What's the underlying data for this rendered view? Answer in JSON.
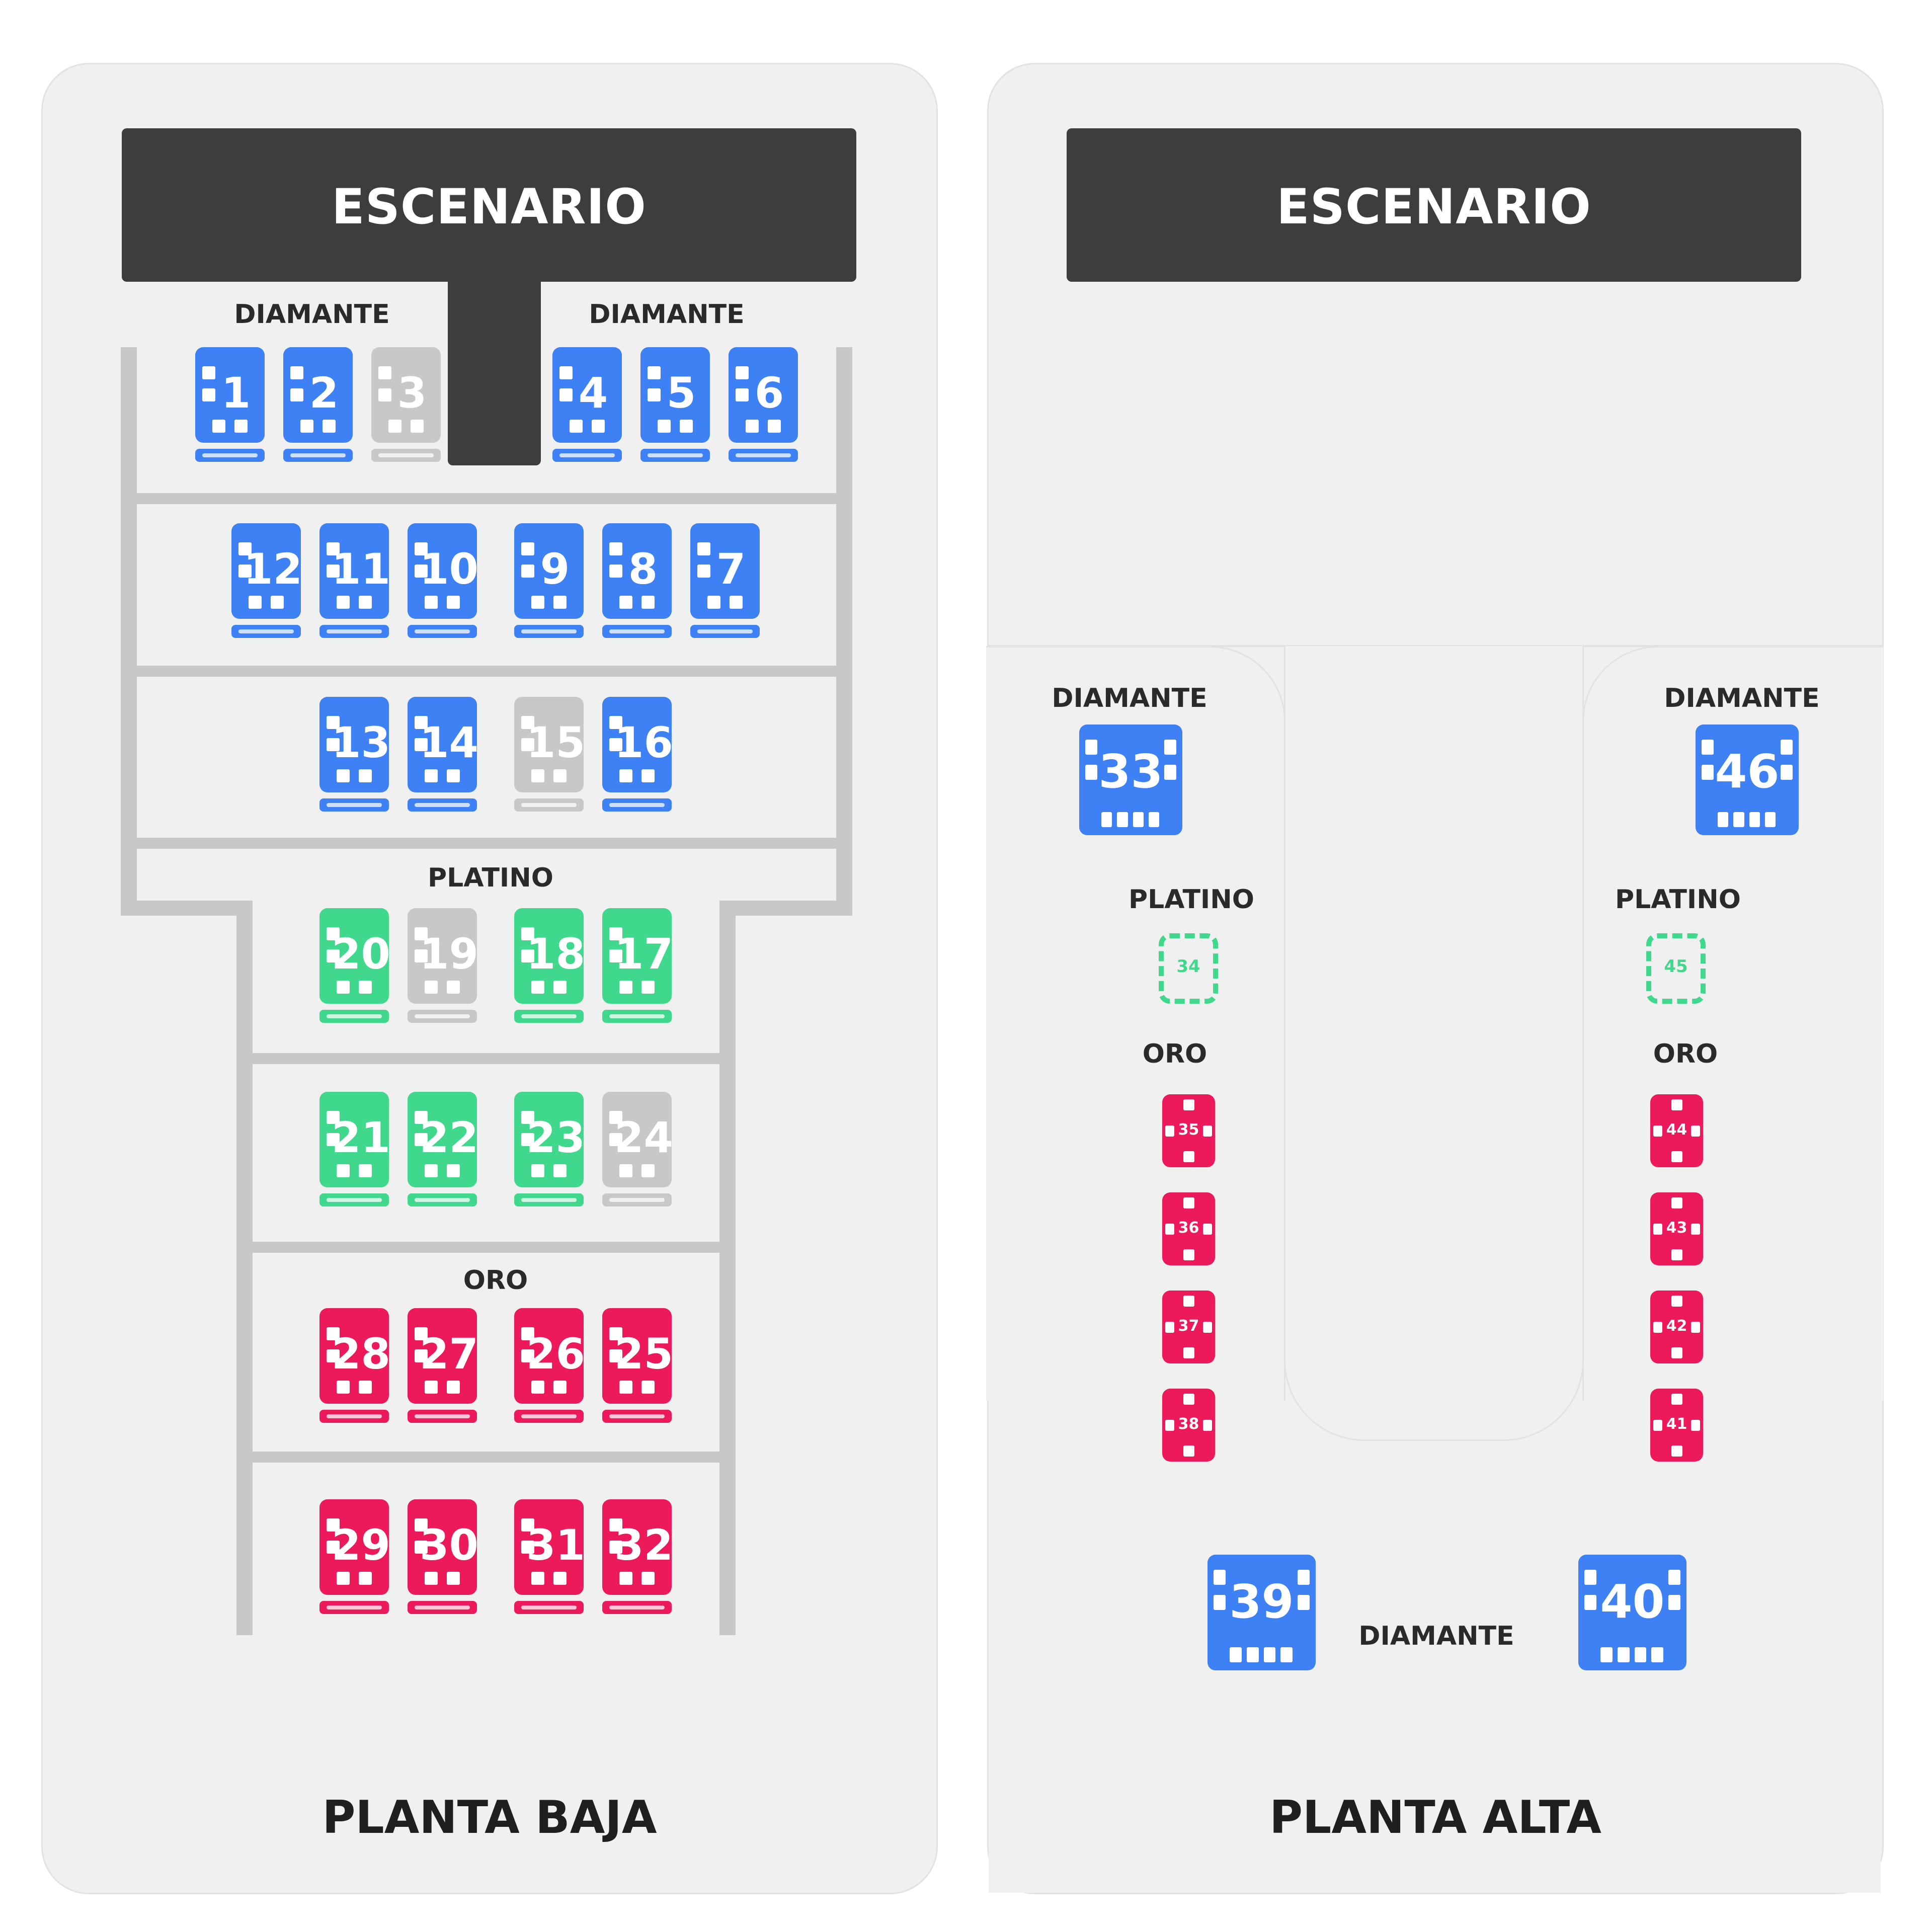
{
  "colors": {
    "diamante": "#3e81f5",
    "platino": "#3fd88c",
    "oro": "#ec1a5b",
    "unavailable": "#c8c8c8",
    "stage": "#3d3d3c"
  },
  "planta_baja": {
    "title": "PLANTA BAJA",
    "stage_label": "ESCENARIO",
    "zone_diamante_left": "DIAMANTE",
    "zone_diamante_right": "DIAMANTE",
    "zone_platino": "PLATINO",
    "zone_oro": "ORO",
    "tables": [
      {
        "id": "t1",
        "label": "1",
        "status": "available",
        "zone": "diamante"
      },
      {
        "id": "t2",
        "label": "2",
        "status": "available",
        "zone": "diamante"
      },
      {
        "id": "t3",
        "label": "3",
        "status": "unavailable",
        "zone": "diamante"
      },
      {
        "id": "t4",
        "label": "4",
        "status": "available",
        "zone": "diamante"
      },
      {
        "id": "t5",
        "label": "5",
        "status": "available",
        "zone": "diamante"
      },
      {
        "id": "t6",
        "label": "6",
        "status": "available",
        "zone": "diamante"
      },
      {
        "id": "t12",
        "label": "12",
        "status": "available",
        "zone": "diamante"
      },
      {
        "id": "t11",
        "label": "11",
        "status": "available",
        "zone": "diamante"
      },
      {
        "id": "t10",
        "label": "10",
        "status": "available",
        "zone": "diamante"
      },
      {
        "id": "t9",
        "label": "9",
        "status": "available",
        "zone": "diamante"
      },
      {
        "id": "t8",
        "label": "8",
        "status": "available",
        "zone": "diamante"
      },
      {
        "id": "t7",
        "label": "7",
        "status": "available",
        "zone": "diamante"
      },
      {
        "id": "t13",
        "label": "13",
        "status": "available",
        "zone": "diamante"
      },
      {
        "id": "t14",
        "label": "14",
        "status": "available",
        "zone": "diamante"
      },
      {
        "id": "t15",
        "label": "15",
        "status": "unavailable",
        "zone": "diamante"
      },
      {
        "id": "t16",
        "label": "16",
        "status": "available",
        "zone": "diamante"
      },
      {
        "id": "t20",
        "label": "20",
        "status": "available",
        "zone": "platino"
      },
      {
        "id": "t19",
        "label": "19",
        "status": "unavailable",
        "zone": "platino"
      },
      {
        "id": "t18",
        "label": "18",
        "status": "available",
        "zone": "platino"
      },
      {
        "id": "t17",
        "label": "17",
        "status": "available",
        "zone": "platino"
      },
      {
        "id": "t21",
        "label": "21",
        "status": "available",
        "zone": "platino"
      },
      {
        "id": "t22",
        "label": "22",
        "status": "available",
        "zone": "platino"
      },
      {
        "id": "t23",
        "label": "23",
        "status": "available",
        "zone": "platino"
      },
      {
        "id": "t24",
        "label": "24",
        "status": "unavailable",
        "zone": "platino"
      },
      {
        "id": "t28",
        "label": "28",
        "status": "available",
        "zone": "oro"
      },
      {
        "id": "t27",
        "label": "27",
        "status": "available",
        "zone": "oro"
      },
      {
        "id": "t26",
        "label": "26",
        "status": "available",
        "zone": "oro"
      },
      {
        "id": "t25",
        "label": "25",
        "status": "available",
        "zone": "oro"
      },
      {
        "id": "t29",
        "label": "29",
        "status": "available",
        "zone": "oro"
      },
      {
        "id": "t30",
        "label": "30",
        "status": "available",
        "zone": "oro"
      },
      {
        "id": "t31",
        "label": "31",
        "status": "available",
        "zone": "oro"
      },
      {
        "id": "t32",
        "label": "32",
        "status": "available",
        "zone": "oro"
      }
    ]
  },
  "planta_alta": {
    "title": "PLANTA ALTA",
    "stage_label": "ESCENARIO",
    "zone_diamante_left": "DIAMANTE",
    "zone_diamante_right": "DIAMANTE",
    "zone_platino_left": "PLATINO",
    "zone_platino_right": "PLATINO",
    "zone_oro_left": "ORO",
    "zone_oro_right": "ORO",
    "zone_diamante_bottom": "DIAMANTE",
    "tables": [
      {
        "id": "t33",
        "label": "33",
        "status": "available",
        "zone": "diamante"
      },
      {
        "id": "t46",
        "label": "46",
        "status": "available",
        "zone": "diamante"
      },
      {
        "id": "t34",
        "label": "34",
        "status": "available",
        "zone": "platino"
      },
      {
        "id": "t45",
        "label": "45",
        "status": "available",
        "zone": "platino"
      },
      {
        "id": "t35",
        "label": "35",
        "status": "available",
        "zone": "oro"
      },
      {
        "id": "t36",
        "label": "36",
        "status": "available",
        "zone": "oro"
      },
      {
        "id": "t37",
        "label": "37",
        "status": "available",
        "zone": "oro"
      },
      {
        "id": "t38",
        "label": "38",
        "status": "available",
        "zone": "oro"
      },
      {
        "id": "t44",
        "label": "44",
        "status": "available",
        "zone": "oro"
      },
      {
        "id": "t43",
        "label": "43",
        "status": "available",
        "zone": "oro"
      },
      {
        "id": "t42",
        "label": "42",
        "status": "available",
        "zone": "oro"
      },
      {
        "id": "t41",
        "label": "41",
        "status": "available",
        "zone": "oro"
      },
      {
        "id": "t39",
        "label": "39",
        "status": "available",
        "zone": "diamante"
      },
      {
        "id": "t40",
        "label": "40",
        "status": "available",
        "zone": "diamante"
      }
    ]
  }
}
